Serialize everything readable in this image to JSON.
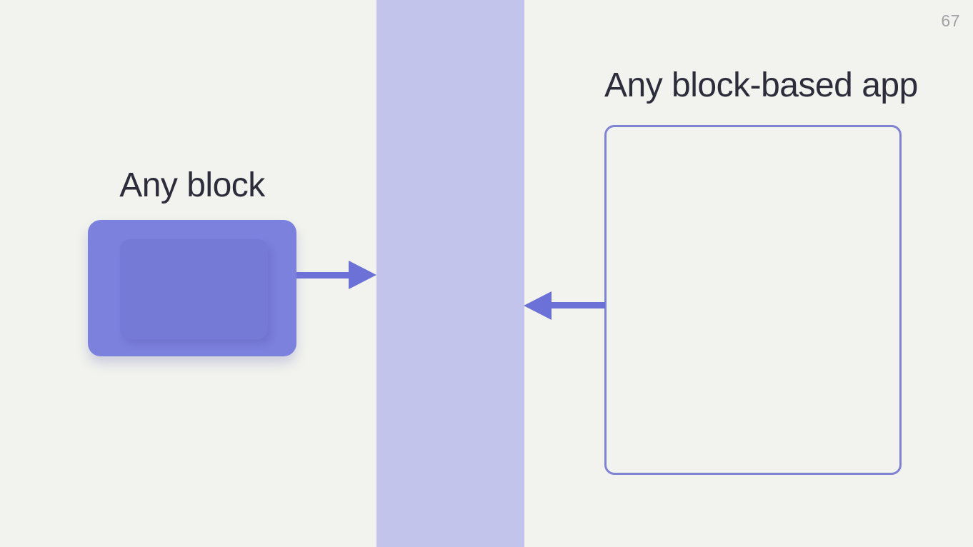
{
  "slide": {
    "page_number": "67",
    "left": {
      "title": "Any block"
    },
    "right": {
      "title": "Any block-based app"
    },
    "icons": {
      "left_arrow": "arrow-right-icon",
      "right_arrow": "arrow-left-icon"
    },
    "colors": {
      "background": "#f2f3ee",
      "center_band": "#c3c4ec",
      "block_fill": "#7c81de",
      "arrow": "#6b71d6",
      "app_box_border": "#8083d3",
      "heading_text": "#2c2c3a",
      "page_number": "#a2a2a6"
    }
  }
}
